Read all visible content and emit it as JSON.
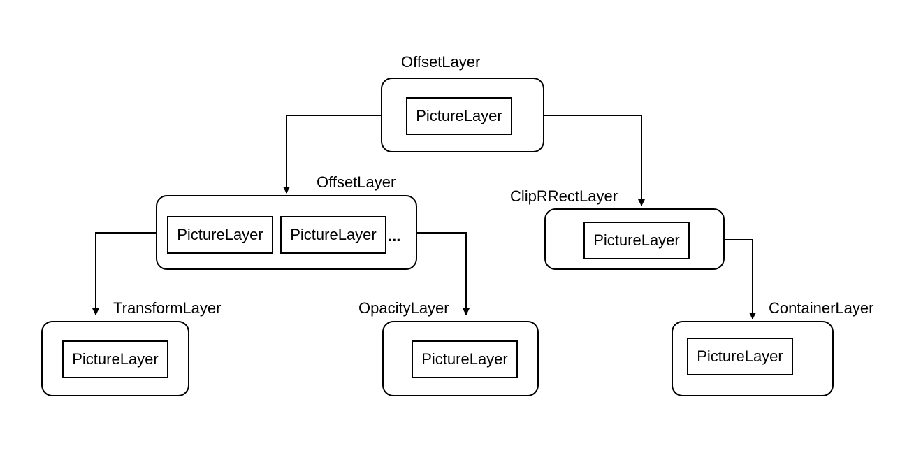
{
  "diagram": {
    "root": {
      "label": "OffsetLayer",
      "pictures": [
        "PictureLayer"
      ]
    },
    "offset": {
      "label": "OffsetLayer",
      "pictures": [
        "PictureLayer",
        "PictureLayer"
      ],
      "more": "..."
    },
    "cliprrect": {
      "label": "ClipRRectLayer",
      "pictures": [
        "PictureLayer"
      ]
    },
    "transform": {
      "label": "TransformLayer",
      "pictures": [
        "PictureLayer"
      ]
    },
    "opacity": {
      "label": "OpacityLayer",
      "pictures": [
        "PictureLayer"
      ]
    },
    "container": {
      "label": "ContainerLayer",
      "pictures": [
        "PictureLayer"
      ]
    },
    "edges": [
      {
        "from": "root",
        "to": "offset"
      },
      {
        "from": "root",
        "to": "cliprrect"
      },
      {
        "from": "offset",
        "to": "transform"
      },
      {
        "from": "offset",
        "to": "opacity"
      },
      {
        "from": "cliprrect",
        "to": "container"
      }
    ],
    "colors": {
      "stroke": "#000000",
      "fill": "#ffffff"
    }
  }
}
